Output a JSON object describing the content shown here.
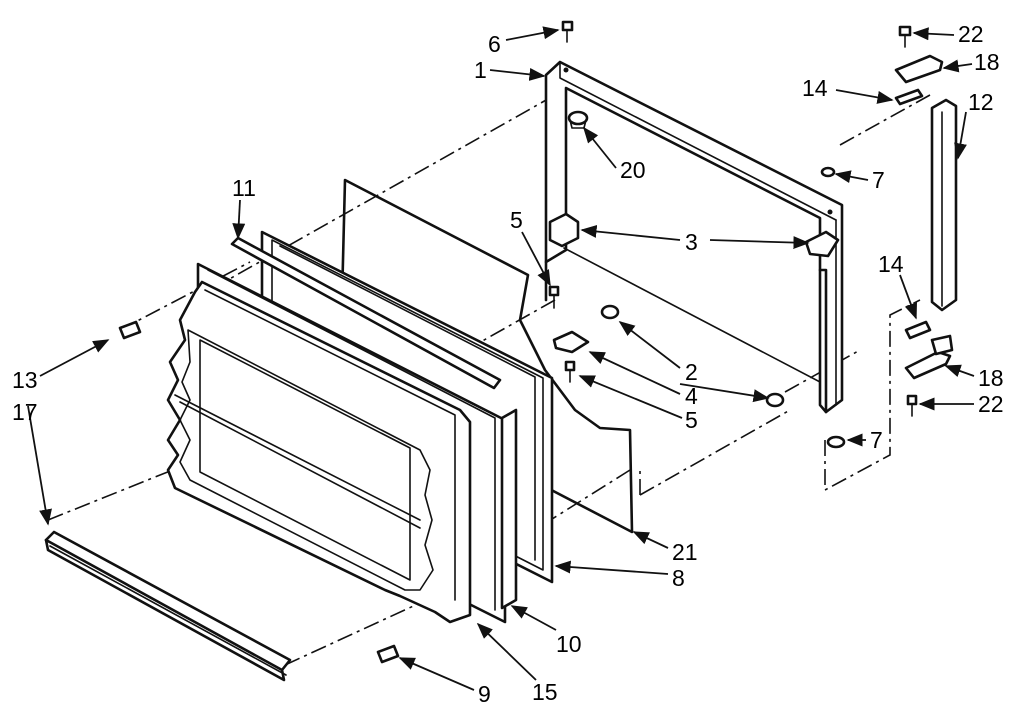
{
  "callouts": [
    {
      "id": "c1",
      "label": "1"
    },
    {
      "id": "c2",
      "label": "2"
    },
    {
      "id": "c3",
      "label": "3"
    },
    {
      "id": "c4",
      "label": "4"
    },
    {
      "id": "c5a",
      "label": "5"
    },
    {
      "id": "c5b",
      "label": "5"
    },
    {
      "id": "c6",
      "label": "6"
    },
    {
      "id": "c7a",
      "label": "7"
    },
    {
      "id": "c7b",
      "label": "7"
    },
    {
      "id": "c8",
      "label": "8"
    },
    {
      "id": "c9",
      "label": "9"
    },
    {
      "id": "c10",
      "label": "10"
    },
    {
      "id": "c11",
      "label": "11"
    },
    {
      "id": "c12",
      "label": "12"
    },
    {
      "id": "c13",
      "label": "13"
    },
    {
      "id": "c14a",
      "label": "14"
    },
    {
      "id": "c14b",
      "label": "14"
    },
    {
      "id": "c15",
      "label": "15"
    },
    {
      "id": "c17",
      "label": "17"
    },
    {
      "id": "c18a",
      "label": "18"
    },
    {
      "id": "c18b",
      "label": "18"
    },
    {
      "id": "c20",
      "label": "20"
    },
    {
      "id": "c21",
      "label": "21"
    },
    {
      "id": "c22a",
      "label": "22"
    },
    {
      "id": "c22b",
      "label": "22"
    }
  ]
}
